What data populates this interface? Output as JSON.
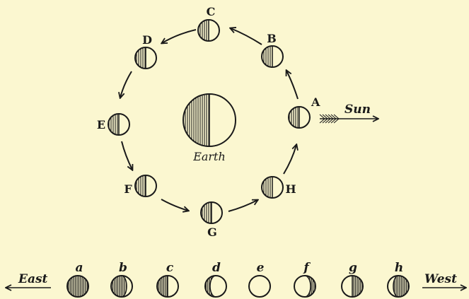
{
  "earth": {
    "label": "Earth"
  },
  "sun": {
    "label": "Sun"
  },
  "orbit_positions": [
    {
      "label": "A"
    },
    {
      "label": "B"
    },
    {
      "label": "C"
    },
    {
      "label": "D"
    },
    {
      "label": "E"
    },
    {
      "label": "F"
    },
    {
      "label": "G"
    },
    {
      "label": "H"
    }
  ],
  "phases": {
    "east_label": "East",
    "west_label": "West",
    "items": [
      {
        "label": "a"
      },
      {
        "label": "b"
      },
      {
        "label": "c"
      },
      {
        "label": "d"
      },
      {
        "label": "e"
      },
      {
        "label": "f"
      },
      {
        "label": "g"
      },
      {
        "label": "h"
      }
    ]
  }
}
